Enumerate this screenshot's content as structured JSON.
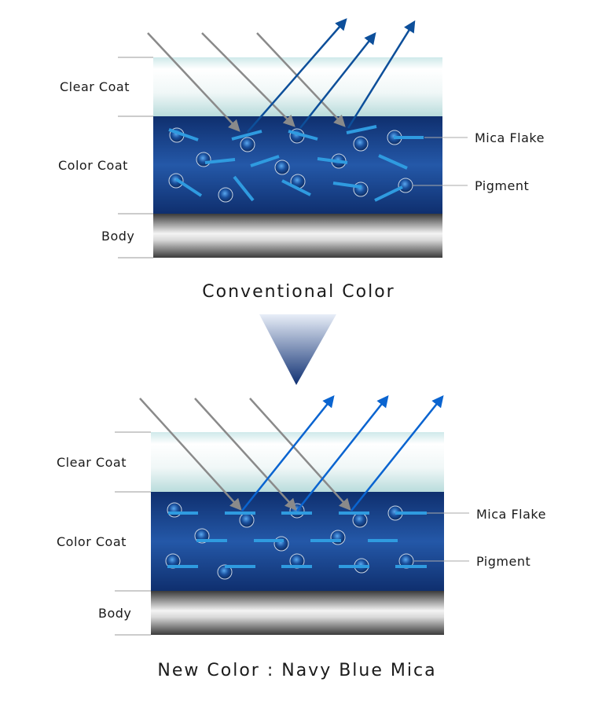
{
  "diagrams": [
    {
      "title": "Conventional Color",
      "layers": {
        "clear": "Clear Coat",
        "color": "Color Coat",
        "body": "Body"
      },
      "callouts": {
        "flake": "Mica Flake",
        "pigment": "Pigment"
      },
      "flake_orientation": "random",
      "reflected_arrow_color": "#0d4f9a"
    },
    {
      "title": "New Color : Navy Blue Mica",
      "layers": {
        "clear": "Clear Coat",
        "color": "Color Coat",
        "body": "Body"
      },
      "callouts": {
        "flake": "Mica Flake",
        "pigment": "Pigment"
      },
      "flake_orientation": "aligned",
      "reflected_arrow_color": "#0a64d0"
    }
  ],
  "colors": {
    "flake": "#2f9be0",
    "incoming_arrow": "#8a8a8a",
    "navy": "#12357a"
  }
}
